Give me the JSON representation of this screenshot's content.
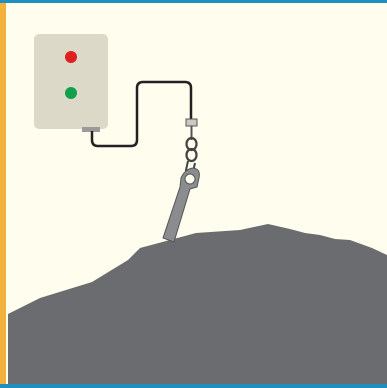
{
  "scene": {
    "background_color": "#fffdee",
    "border_left_color": "#f3b23c",
    "border_top_color": "#1f8fbf",
    "border_bottom_color": "#1f8fbf",
    "pile_color": "#6b6c70",
    "control_box": {
      "body_color": "#ddd9c9",
      "indicator_lights": [
        {
          "name": "red-light",
          "color": "#e02020"
        },
        {
          "name": "green-light",
          "color": "#12a04a"
        }
      ]
    },
    "cable_color": "#222222",
    "sensor": {
      "name": "level-sensor",
      "color": "#8b8c8f"
    }
  }
}
